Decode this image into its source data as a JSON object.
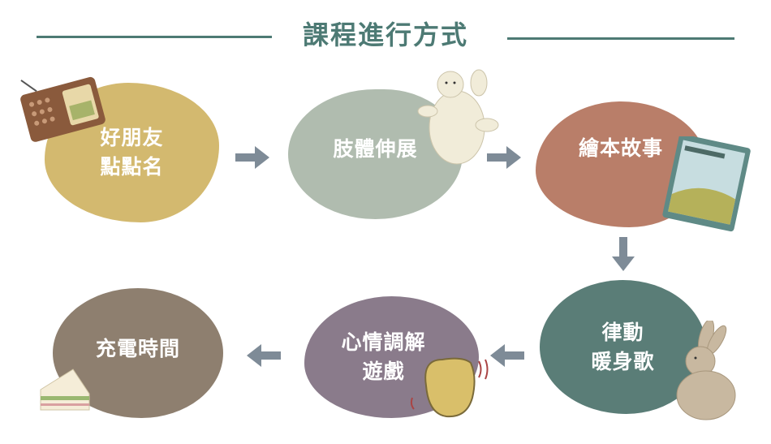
{
  "title": "課程進行方式",
  "steps": [
    {
      "label": "好朋友\n點點名",
      "color": "#d3b96f",
      "icon": "radio-icon"
    },
    {
      "label": "肢體伸展",
      "color": "#b0bcaf",
      "icon": "polar-bear-icon"
    },
    {
      "label": "繪本故事",
      "color": "#b97e69",
      "icon": "picture-book-icon"
    },
    {
      "label": "律動\n暖身歌",
      "color": "#5a7d77",
      "icon": "rabbit-icon"
    },
    {
      "label": "心情調解\n遊戲",
      "color": "#8a7b8b",
      "icon": "hand-icon"
    },
    {
      "label": "充電時間",
      "color": "#8e7f6f",
      "icon": "cake-icon"
    }
  ],
  "colors": {
    "title": "#4d7a74",
    "arrow": "#7e8b97"
  }
}
